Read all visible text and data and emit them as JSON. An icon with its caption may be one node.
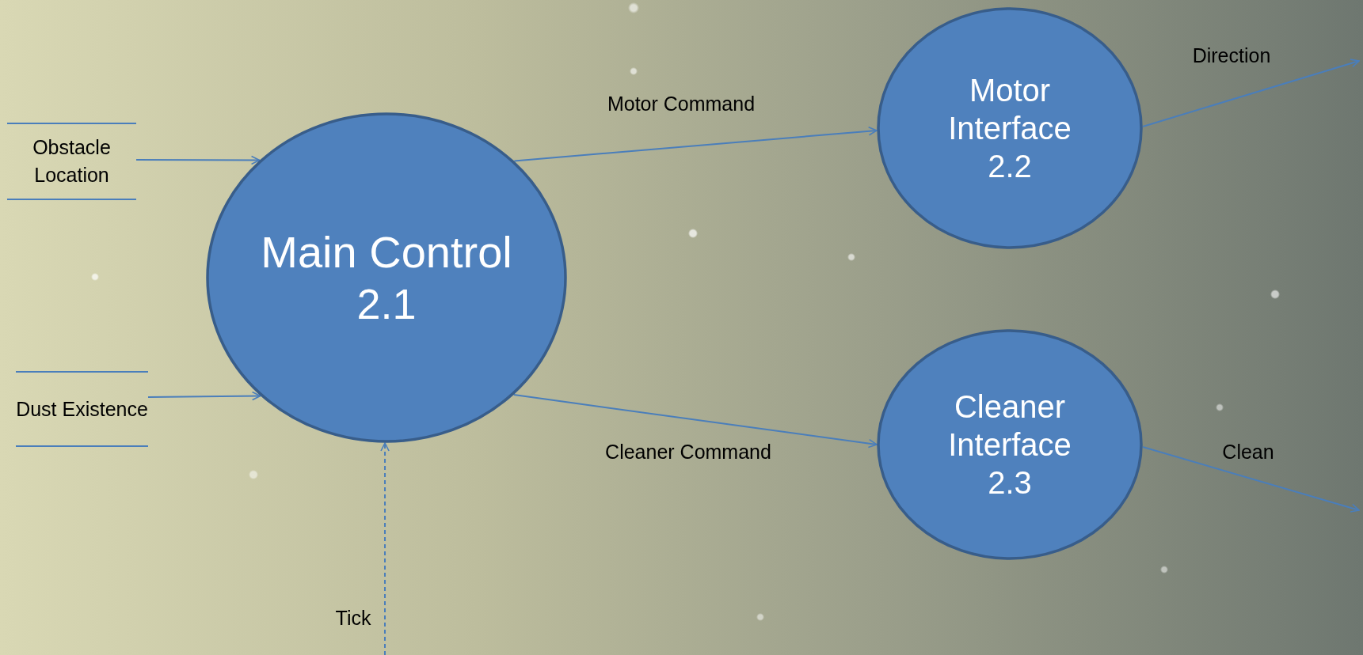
{
  "diagram": {
    "nodes": [
      {
        "text": [
          "Obstacle Location"
        ]
      },
      {
        "text": [
          "Dust Existence"
        ]
      },
      {
        "text": [
          "Main Control",
          "2.1"
        ]
      },
      {
        "text": [
          "Motor Interface",
          "2.2"
        ]
      },
      {
        "text": [
          "Cleaner Interface",
          "2.3"
        ]
      }
    ],
    "edges": [
      {
        "from": 0,
        "to": 2,
        "arrow": "to"
      },
      {
        "from": 1,
        "to": 2,
        "arrow": "to"
      },
      {
        "from": null,
        "to": 2,
        "arrow": "to",
        "label": "Tick",
        "style": "dashed"
      },
      {
        "from": 2,
        "to": 3,
        "arrow": "to",
        "label": "Motor Command"
      },
      {
        "from": 2,
        "to": 4,
        "arrow": "to",
        "label": "Cleaner Command"
      },
      {
        "from": 3,
        "to": null,
        "arrow": "to",
        "label": "Direction"
      },
      {
        "from": 4,
        "to": null,
        "arrow": "to",
        "label": "Clean"
      }
    ]
  }
}
